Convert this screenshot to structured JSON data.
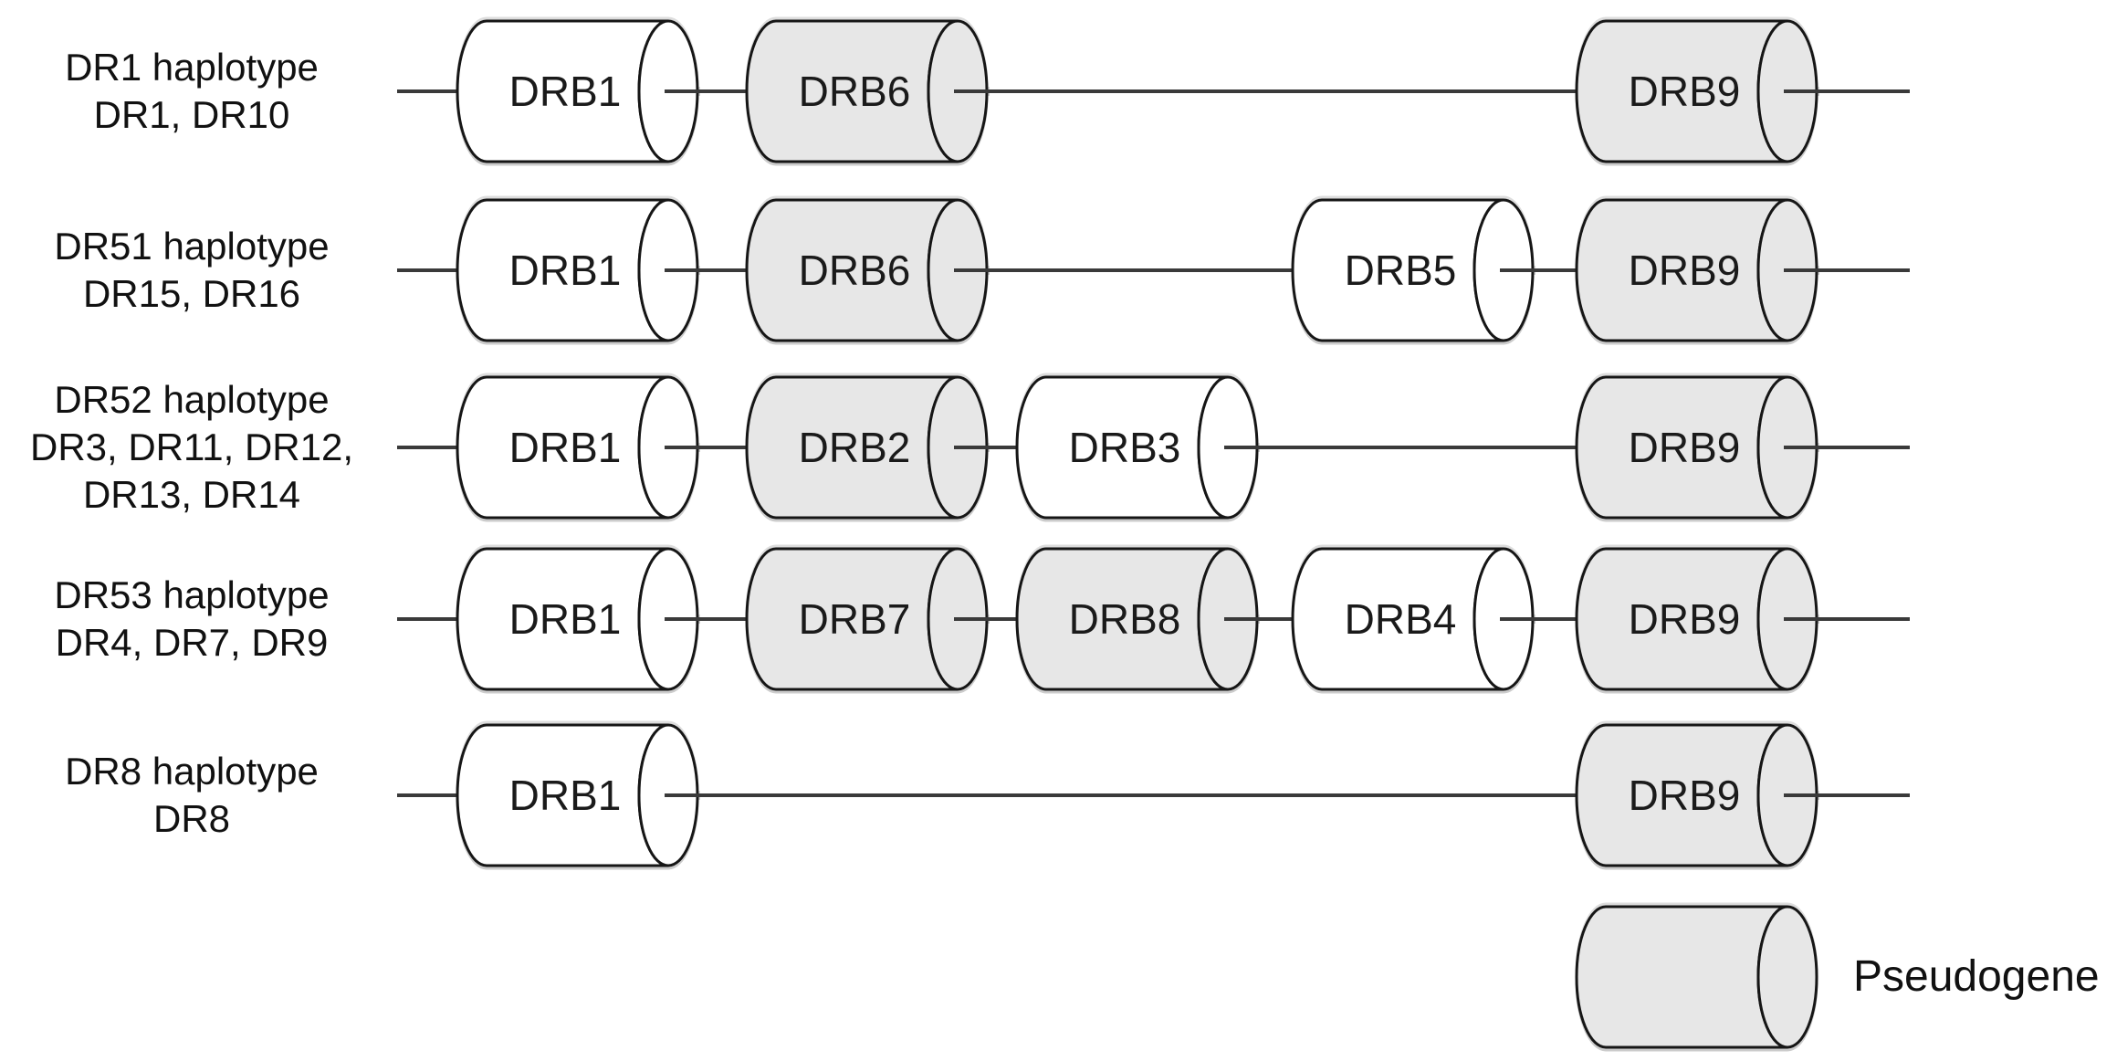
{
  "diagram": {
    "rows": [
      {
        "label_lines": [
          "DR1 haplotype",
          "DR1, DR10"
        ],
        "genes": [
          {
            "name": "DRB1",
            "pseudogene": false,
            "position": 0
          },
          {
            "name": "DRB6",
            "pseudogene": true,
            "position": 1
          },
          {
            "name": "DRB9",
            "pseudogene": true,
            "position": 4
          }
        ]
      },
      {
        "label_lines": [
          "DR51 haplotype",
          "DR15, DR16"
        ],
        "genes": [
          {
            "name": "DRB1",
            "pseudogene": false,
            "position": 0
          },
          {
            "name": "DRB6",
            "pseudogene": true,
            "position": 1
          },
          {
            "name": "DRB5",
            "pseudogene": false,
            "position": 3
          },
          {
            "name": "DRB9",
            "pseudogene": true,
            "position": 4
          }
        ]
      },
      {
        "label_lines": [
          "DR52 haplotype",
          "DR3, DR11, DR12,",
          "DR13, DR14"
        ],
        "genes": [
          {
            "name": "DRB1",
            "pseudogene": false,
            "position": 0
          },
          {
            "name": "DRB2",
            "pseudogene": true,
            "position": 1
          },
          {
            "name": "DRB3",
            "pseudogene": false,
            "position": 2
          },
          {
            "name": "DRB9",
            "pseudogene": true,
            "position": 4
          }
        ]
      },
      {
        "label_lines": [
          "DR53 haplotype",
          "DR4, DR7, DR9"
        ],
        "genes": [
          {
            "name": "DRB1",
            "pseudogene": false,
            "position": 0
          },
          {
            "name": "DRB7",
            "pseudogene": true,
            "position": 1
          },
          {
            "name": "DRB8",
            "pseudogene": true,
            "position": 2
          },
          {
            "name": "DRB4",
            "pseudogene": false,
            "position": 3
          },
          {
            "name": "DRB9",
            "pseudogene": true,
            "position": 4
          }
        ]
      },
      {
        "label_lines": [
          "DR8 haplotype",
          "DR8"
        ],
        "genes": [
          {
            "name": "DRB1",
            "pseudogene": false,
            "position": 0
          },
          {
            "name": "DRB9",
            "pseudogene": true,
            "position": 4
          }
        ]
      }
    ],
    "legend": {
      "label": "Pseudogene"
    },
    "colors": {
      "gene_fill": "#ffffff",
      "pseudogene_fill": "#e7e7e7",
      "outline": "#161616",
      "line": "#3a3a3a",
      "text": "#1a1a1a"
    }
  }
}
